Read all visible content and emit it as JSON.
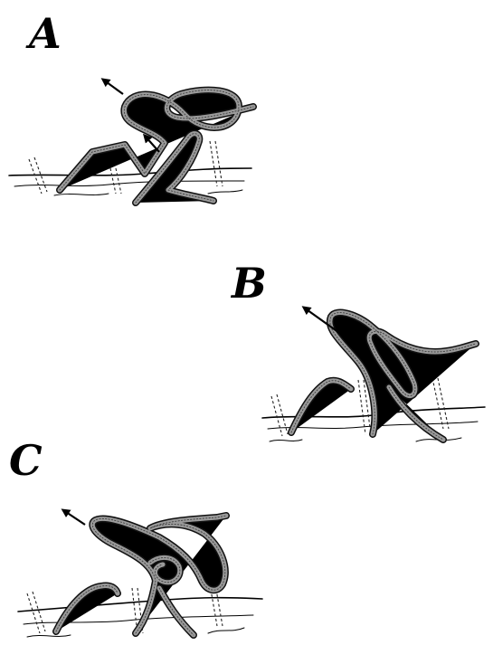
{
  "figure": {
    "panels": [
      {
        "id": "A",
        "label": "A"
      },
      {
        "id": "B",
        "label": "B"
      },
      {
        "id": "C",
        "label": "C"
      }
    ]
  },
  "colors": {
    "background": "#ffffff",
    "ink": "#000000",
    "suture": "#9a9a9a"
  }
}
